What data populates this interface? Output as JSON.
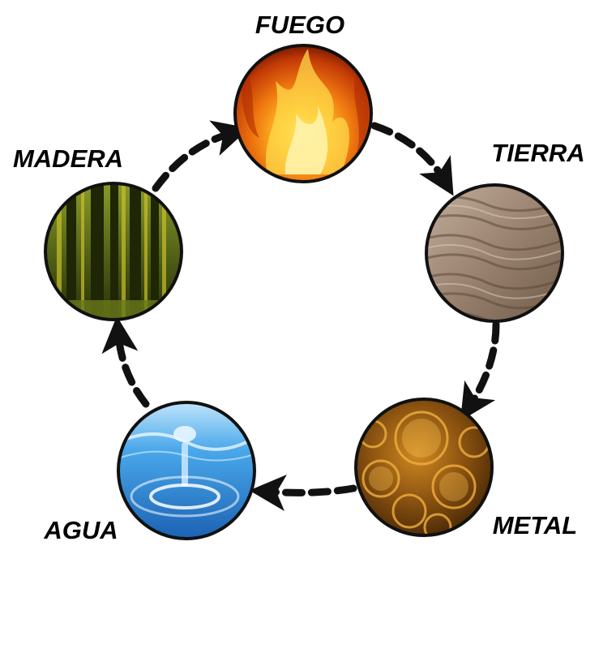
{
  "diagram": {
    "nodes": [
      {
        "id": "fuego",
        "label": "FUEGO",
        "icon": "fire-photo"
      },
      {
        "id": "tierra",
        "label": "TIERRA",
        "icon": "sand-photo"
      },
      {
        "id": "metal",
        "label": "METAL",
        "icon": "gold-coins-photo"
      },
      {
        "id": "agua",
        "label": "AGUA",
        "icon": "water-drop-photo"
      },
      {
        "id": "madera",
        "label": "MADERA",
        "icon": "forest-photo"
      }
    ],
    "edges": [
      {
        "from": "fuego",
        "to": "tierra"
      },
      {
        "from": "tierra",
        "to": "metal"
      },
      {
        "from": "metal",
        "to": "agua"
      },
      {
        "from": "agua",
        "to": "madera"
      },
      {
        "from": "madera",
        "to": "fuego"
      }
    ],
    "colors": {
      "fire": "#f07a10",
      "sand": "#a08a76",
      "metal": "#8a5a10",
      "water": "#2f8fd8",
      "wood": "#3a4a10",
      "arrow": "#111111"
    }
  }
}
